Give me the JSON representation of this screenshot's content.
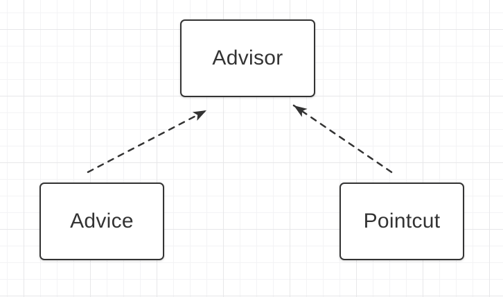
{
  "canvas": {
    "background_color": "#ffffff",
    "grid_minor_color": "#f3f3f5",
    "grid_major_color": "#e7e7e9"
  },
  "diagram": {
    "stroke_color": "#333333",
    "node_fill_color": "#ffffff",
    "text_color": "#333333",
    "nodes": [
      {
        "id": "advisor",
        "label": "Advisor"
      },
      {
        "id": "advice",
        "label": "Advice"
      },
      {
        "id": "pointcut",
        "label": "Pointcut"
      }
    ],
    "edges": [
      {
        "from": "advice",
        "to": "advisor",
        "line_style": "dashed",
        "arrowhead": "filled-barb-at-target"
      },
      {
        "from": "pointcut",
        "to": "advisor",
        "line_style": "dashed",
        "arrowhead": "filled-barb-at-target"
      }
    ]
  }
}
